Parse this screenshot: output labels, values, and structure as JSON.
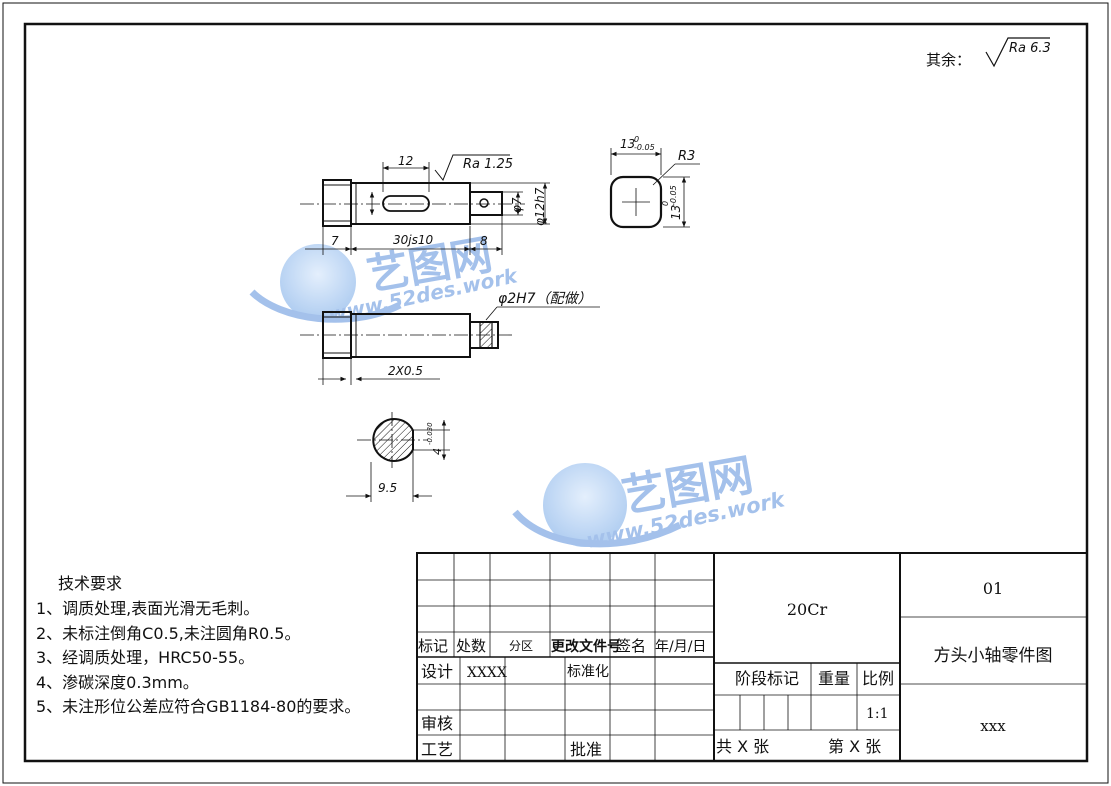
{
  "surface_roughness_note": {
    "prefix": "其余：",
    "symbol": "Ra 6.3"
  },
  "drawing": {
    "dims": {
      "slot_length": "12",
      "ra_small": "Ra 1.25",
      "dia_7": "φ7",
      "dia_12h7": "φ12h7",
      "len_7": "7",
      "len_30js10": "30js10",
      "len_8": "8",
      "hole_note": "φ2H7（配做）",
      "chamfer": "2X0.5",
      "square_width": "13",
      "square_width_tol_top": "0",
      "square_width_tol_bottom": "-0.05",
      "radius": "R3",
      "square_height": "13",
      "square_height_tol_top": "0",
      "square_height_tol_bottom": "-0.05",
      "section_width": "9.5",
      "key_height": "4",
      "key_tol": "-0.030"
    }
  },
  "watermark": {
    "brand": "艺图网",
    "url": "www.52des.work"
  },
  "tech_requirements": {
    "title": "技术要求",
    "items": [
      "1、调质处理,表面光滑无毛刺。",
      "2、未标注倒角C0.5,未注圆角R0.5。",
      "3、经调质处理，HRC50-55。",
      "4、渗碳深度0.3mm。",
      "5、未注形位公差应符合GB1184-80的要求。"
    ]
  },
  "title_block": {
    "headers": [
      "标记",
      "处数",
      "分区",
      "更改文件号",
      "签名",
      "年/月/日"
    ],
    "design_label": "设计",
    "designer": "XXXX",
    "standardize_label": "标准化",
    "review_label": "审核",
    "process_label": "工艺",
    "approve_label": "批准",
    "material": "20Cr",
    "stage_mark_label": "阶段标记",
    "weight_label": "重量",
    "scale_label": "比例",
    "scale_value": "1:1",
    "total_sheets": "共 X 张",
    "sheet_no": "第 X 张",
    "drawing_no": "01",
    "part_name": "方头小轴零件图",
    "company": "xxx"
  }
}
